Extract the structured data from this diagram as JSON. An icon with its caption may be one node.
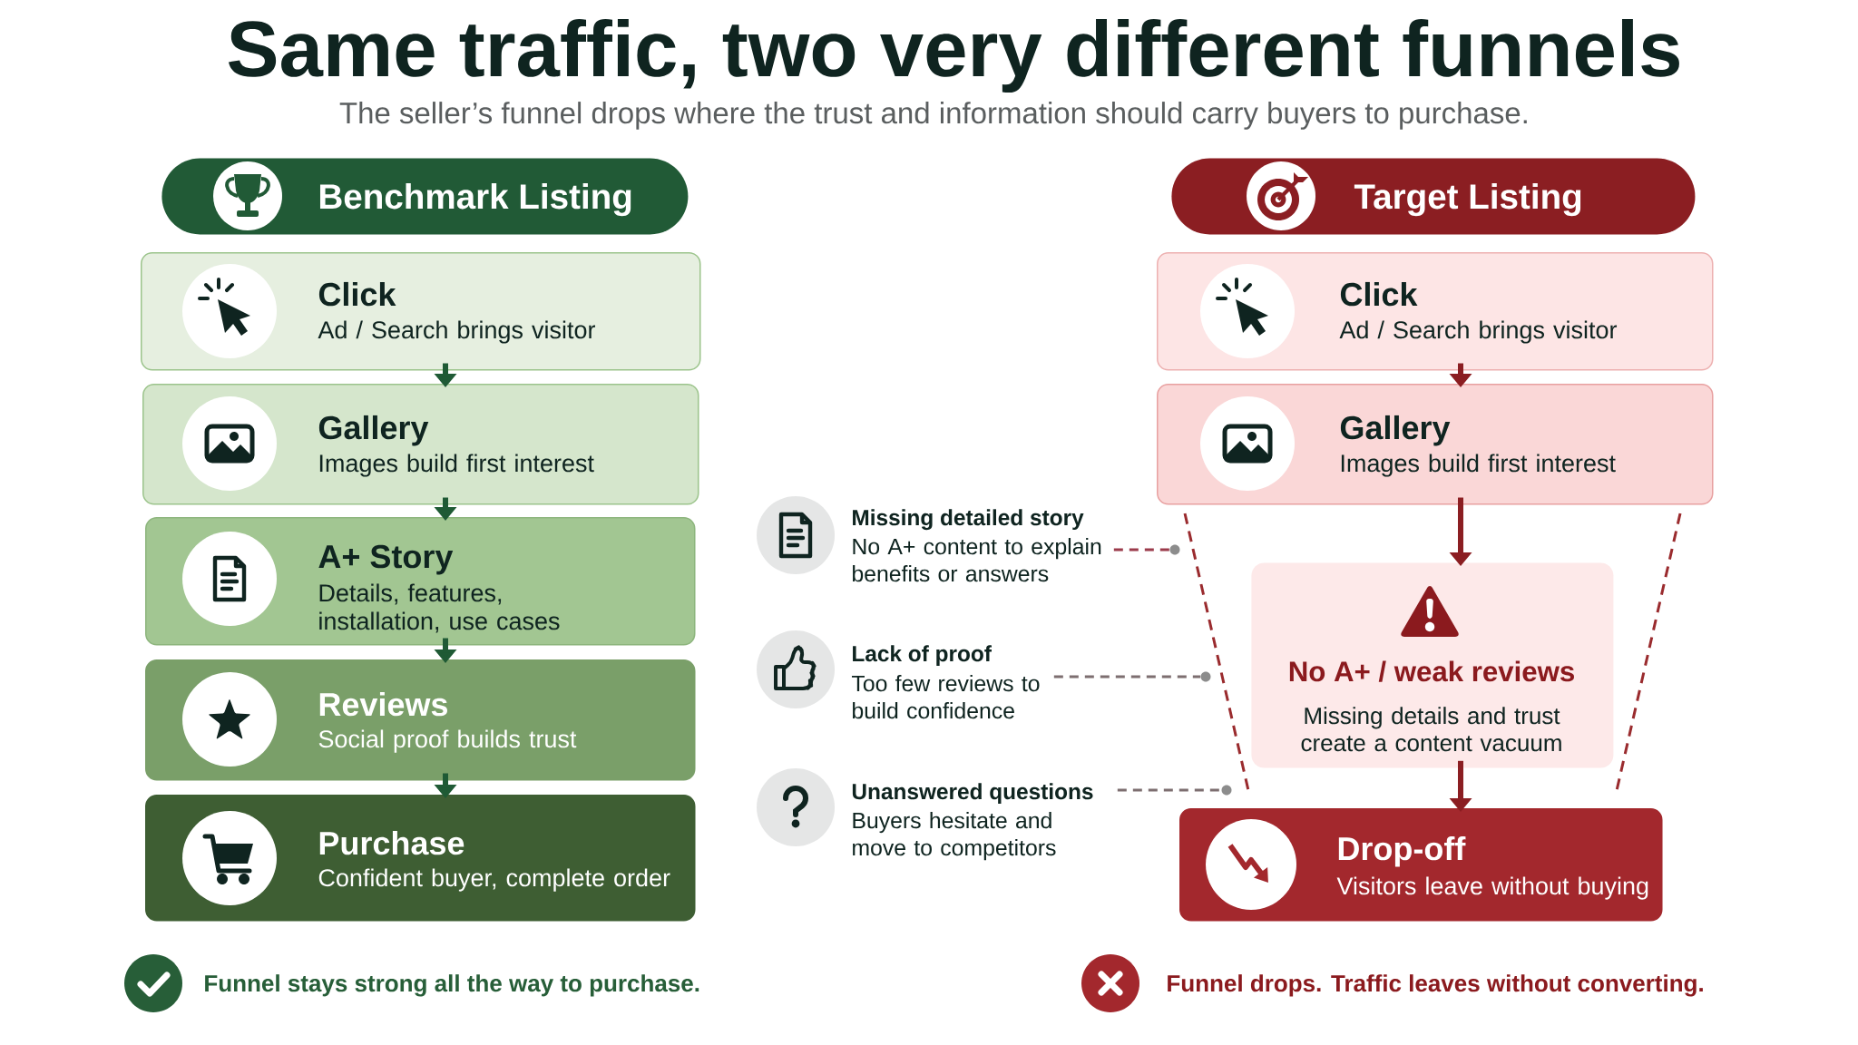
{
  "diagram": {
    "title": "Same traffic, two very different funnels",
    "nodes": [
      {
        "text": [
          "Benchmark Listing"
        ]
      },
      {
        "text": [
          "Click",
          "Ad / Search brings visitor"
        ]
      },
      {
        "text": [
          "Gallery",
          "Images build first interest"
        ]
      },
      {
        "text": [
          "A+ Story",
          "Details, features, installation, use cases"
        ]
      },
      {
        "text": [
          "Reviews",
          "Social proof builds trust"
        ]
      },
      {
        "text": [
          "Purchase",
          "Confident buyer, complete order"
        ]
      },
      {
        "text": [
          "Missing detailed story",
          "No A+ content to explain benefits or answers"
        ]
      },
      {
        "text": [
          "Lack of proof",
          "Too few reviews to build confidence"
        ]
      },
      {
        "text": [
          "Unanswered questions",
          "Buyers hesitate and move to competitors"
        ]
      },
      {
        "text": [
          "Target Listing"
        ]
      },
      {
        "text": [
          "Click",
          "Ad / Search brings visitor"
        ]
      },
      {
        "text": [
          "Gallery",
          "Images build first interest"
        ]
      },
      {
        "text": [
          "No A+ / weak reviews",
          "Missing details and trust create a content vacuum"
        ]
      },
      {
        "text": [
          "Drop-off",
          "Visitors leave without buying"
        ]
      },
      {
        "text": [],
        "shape": "circle"
      },
      {
        "text": [],
        "shape": "circle"
      },
      {
        "text": [],
        "shape": "circle"
      }
    ],
    "edges": [
      {
        "from": 1,
        "to": 2,
        "arrow": "to"
      },
      {
        "from": 2,
        "to": 3,
        "arrow": "to"
      },
      {
        "from": 3,
        "to": 4,
        "arrow": "to"
      },
      {
        "from": 4,
        "to": 5,
        "arrow": "to"
      },
      {
        "from": 10,
        "to": 11,
        "arrow": "to",
        "color": "#8b1e22"
      },
      {
        "from": 11,
        "to": 12,
        "arrow": "to",
        "color": "#8b1e22"
      },
      {
        "from": 12,
        "to": 13,
        "arrow": "to",
        "color": "#8b1e22"
      },
      {
        "from": 6,
        "to": 14,
        "arrow": "none",
        "style": "dashed",
        "color": "#9b3b4b"
      },
      {
        "from": 7,
        "to": 15,
        "arrow": "none",
        "style": "dashed",
        "color": "#7d6e70"
      },
      {
        "from": 8,
        "to": 16,
        "arrow": "none",
        "style": "dashed",
        "color": "#7d6e70"
      }
    ],
    "labels": [
      "The seller’s funnel drops where the trust and information should carry buyers to purchase.",
      "Funnel stays strong all the way to purchase.",
      "Funnel drops. Traffic leaves without converting."
    ]
  }
}
